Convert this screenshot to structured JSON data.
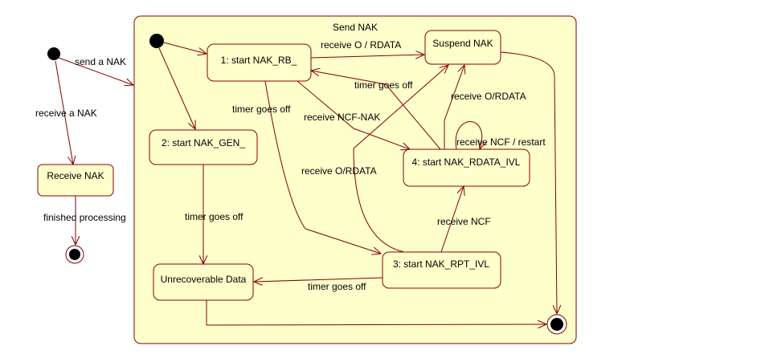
{
  "diagram": {
    "composite_title": "Send NAK",
    "states": {
      "s1": "1: start NAK_RB_",
      "s2": "2: start NAK_GEN_",
      "s3": "3: start NAK_RPT_IVL",
      "s4": "4: start  NAK_RDATA_IVL",
      "suspend": "Suspend NAK",
      "unrecoverable": "Unrecoverable Data",
      "receive_nak": "Receive NAK"
    },
    "transitions": {
      "send_nak": "send a NAK",
      "receive_nak": "receive a NAK",
      "finished": "finished processing",
      "recv_o_rdata_1": "receive O / RDATA",
      "timer_s1": "timer goes off",
      "timer_s4_to_s1": "timer goes off",
      "recv_ncf_nak": "receive NCF-NAK",
      "recv_o_rdata_4": "receive O/RDATA",
      "recv_ncf_restart": "receive NCF / restart",
      "recv_o_rdata_3": "receive O/RDATA",
      "recv_ncf": "receive NCF",
      "timer_s2": "timer goes off",
      "timer_s3": "timer goes off"
    }
  }
}
